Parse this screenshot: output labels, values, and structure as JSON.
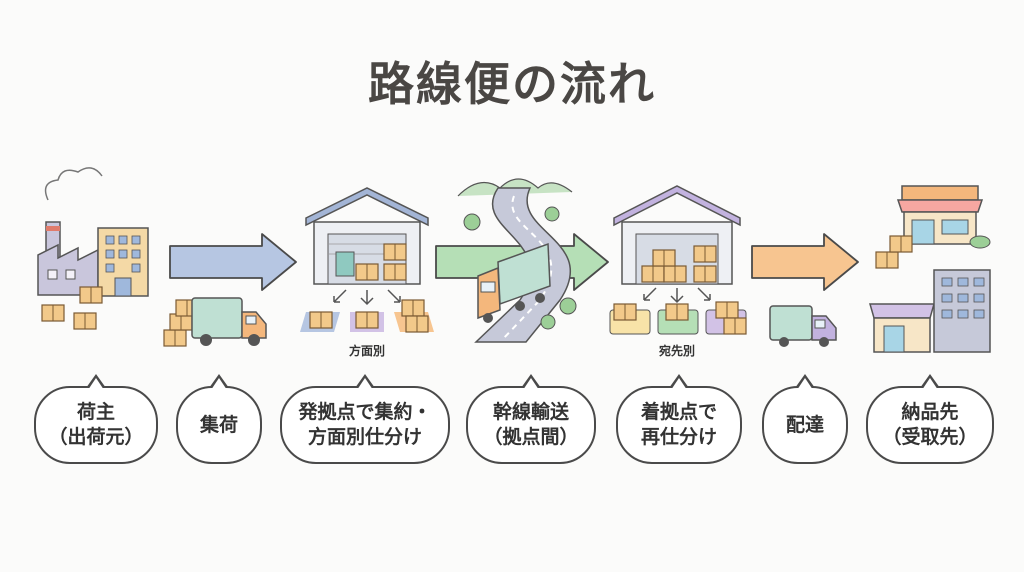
{
  "title": "路線便の流れ",
  "captions": {
    "sort_terminal": "方面別",
    "sort_destination": "宛先別"
  },
  "steps": [
    {
      "line1": "荷主",
      "line2": "（出荷元）"
    },
    {
      "line1": "集荷",
      "line2": ""
    },
    {
      "line1": "発拠点で集約・",
      "line2": "方面別仕分け"
    },
    {
      "line1": "幹線輸送",
      "line2": "（拠点間）"
    },
    {
      "line1": "着拠点で",
      "line2": "再仕分け"
    },
    {
      "line1": "配達",
      "line2": ""
    },
    {
      "line1": "納品先",
      "line2": "（受取先）"
    }
  ],
  "icons": [
    "factory-icon",
    "pickup-truck-icon",
    "warehouse-icon",
    "long-haul-truck-icon",
    "warehouse-icon",
    "delivery-truck-icon",
    "store-icon"
  ],
  "colors": {
    "arrow_blue": "#b6c6e2",
    "arrow_green": "#b5dfb6",
    "arrow_orange": "#f7c590",
    "truck_teal": "#bfe0d3",
    "truck_orange": "#f4b77c",
    "box": "#f2c98a"
  }
}
